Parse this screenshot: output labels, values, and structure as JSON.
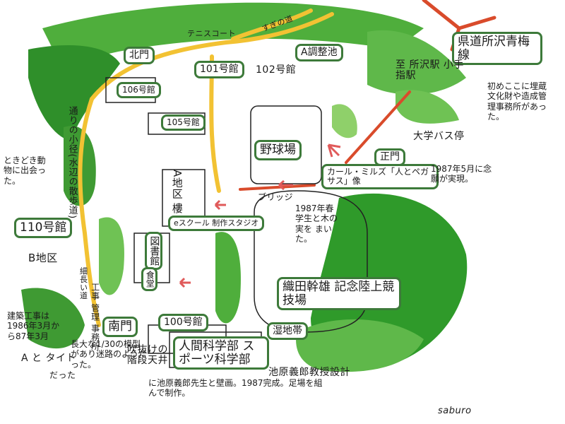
{
  "colors": {
    "green_dark": "#2f8f2a",
    "green_mid": "#4fae3c",
    "green_light": "#8fd06a",
    "path_yellow": "#f2c233",
    "road_red": "#d94b2b",
    "box_border": "#3d7a3a"
  },
  "labels": {
    "ken_road": "県道所沢青梅線",
    "tennis": "テニスコート",
    "sugimichi": "すぎの道",
    "a_pond": "A調整池",
    "north_gate": "北門",
    "b101": "101号館",
    "b102": "102号館",
    "b106": "106号館",
    "b105": "105号館",
    "station": "至 所沢駅 小手指駅",
    "baseball": "野球場",
    "bus_stop": "大学バス停",
    "main_gate": "正門",
    "statue_box": "カール・ミルズ「人とペガサス」像",
    "statue_note": "1987年5月に念願が実現。",
    "side_trail": "通りの小径(水辺の散歩道)",
    "animals": "ときどき動物に出会った。",
    "a_district": "A地区 樓",
    "b110": "110号館",
    "estudio": "eスクール 制作スタジオ",
    "bridge": "ブリッジ",
    "trees_note": "1987年春 学生と木の実を まいた。",
    "library": "図書館",
    "b_district": "B地区",
    "narrow_road": "細長い道",
    "shokudo": "食堂",
    "south_gate": "南門",
    "construction_office": "工事 管理 事務所",
    "field": "織田幹雄 記念陸上競技場",
    "wetland": "湿地帯",
    "b100": "100号館",
    "faculty": "人間科学部 スポーツ科学部",
    "atrium": "吹抜けの階段天井",
    "mural": "に池原義郎先生と壁画。1987完成。足場を組んで制作。",
    "design": "池原義郎教授設計",
    "model": "長大な1/30の模型があり迷路のようだった。",
    "construction": "建築工事は1986年3月から87年3月",
    "a_tite": "A と タイト",
    "datta": "だった",
    "maizo": "初めここに埋蔵文化財や造成管理事務所があった。",
    "signature": "saburo"
  }
}
